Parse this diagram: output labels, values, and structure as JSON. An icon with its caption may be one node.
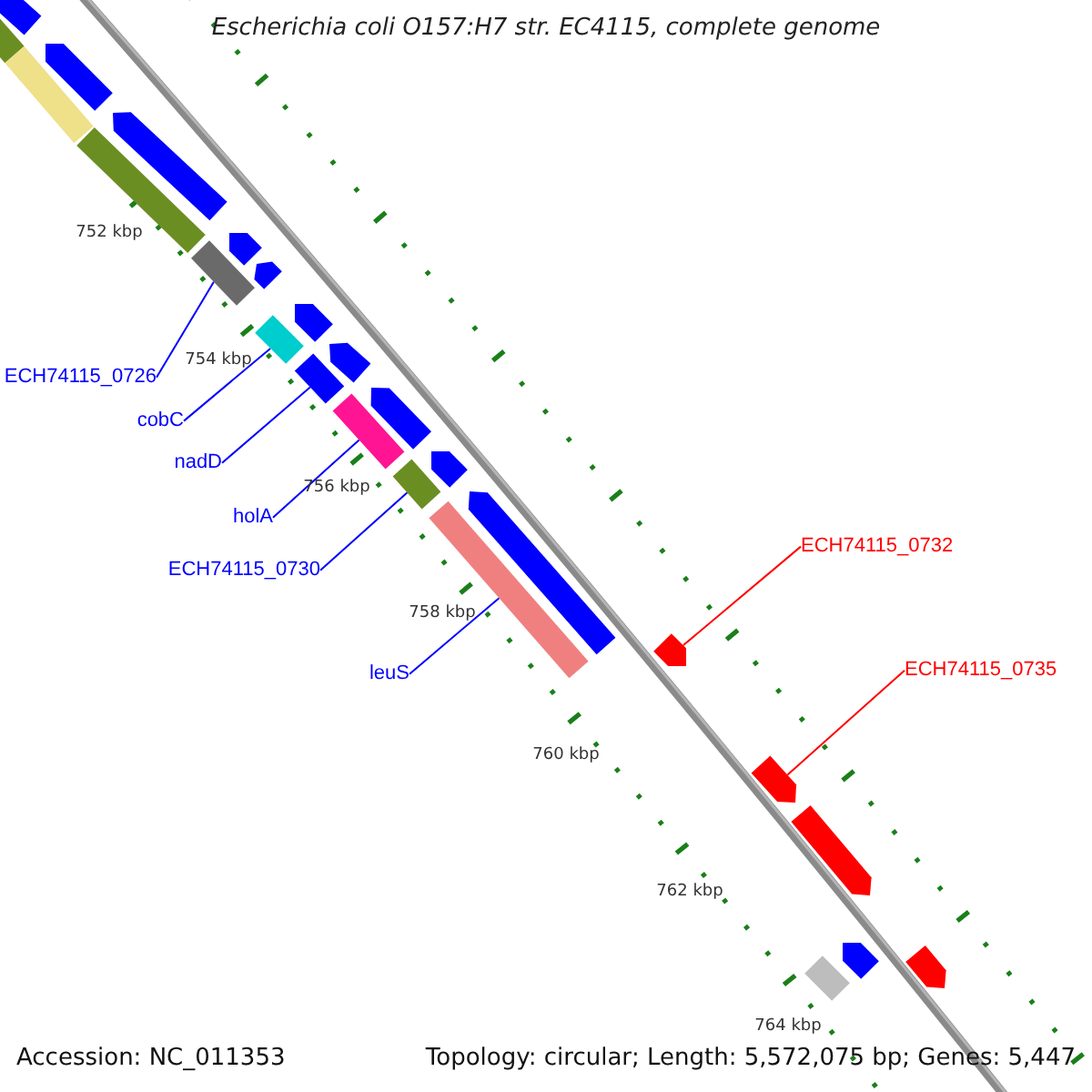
{
  "diagram": {
    "title": "Escherichia coli O157:H7 str. EC4115, complete genome",
    "nodes": [
      {
        "text": [
          "ECH74115_0726"
        ]
      },
      {
        "text": [
          "cobC"
        ]
      },
      {
        "text": [
          "nadD"
        ]
      },
      {
        "text": [
          "holA"
        ]
      },
      {
        "text": [
          "ECH74115_0730"
        ]
      },
      {
        "text": [
          "leuS"
        ]
      },
      {
        "text": [
          "ECH74115_0732"
        ]
      },
      {
        "text": [
          "ECH74115_0735"
        ]
      },
      {
        "text": [],
        "shape": "pentagon"
      },
      {
        "text": [],
        "shape": "bar"
      },
      {
        "text": [],
        "shape": "pentagon"
      },
      {
        "text": [],
        "shape": "bar"
      },
      {
        "text": [],
        "shape": "pentagon"
      },
      {
        "text": [],
        "shape": "bar"
      },
      {
        "text": [],
        "shape": "pentagon"
      },
      {
        "text": [],
        "shape": "bar"
      },
      {
        "text": [],
        "shape": "pentagon"
      },
      {
        "text": [],
        "shape": "pentagon"
      },
      {
        "text": [],
        "shape": "bar"
      },
      {
        "text": [],
        "shape": "pentagon"
      },
      {
        "text": [],
        "shape": "bar"
      },
      {
        "text": [],
        "shape": "pentagon"
      },
      {
        "text": [],
        "shape": "bar"
      },
      {
        "text": [],
        "shape": "pentagon"
      },
      {
        "text": [],
        "shape": "bar"
      },
      {
        "text": [],
        "shape": "pentagon"
      },
      {
        "text": [],
        "shape": "bar"
      },
      {
        "text": [],
        "shape": "pentagon"
      },
      {
        "text": [],
        "shape": "pentagon"
      },
      {
        "text": [],
        "shape": "pentagon"
      },
      {
        "text": [],
        "shape": "pentagon"
      },
      {
        "text": [],
        "shape": "pentagon"
      },
      {
        "text": [],
        "shape": "bar"
      }
    ],
    "edges": [
      {
        "from": 0,
        "to": 15,
        "arrow": "none"
      },
      {
        "from": 1,
        "to": 18,
        "arrow": "none"
      },
      {
        "from": 2,
        "to": 20,
        "arrow": "none"
      },
      {
        "from": 3,
        "to": 22,
        "arrow": "none"
      },
      {
        "from": 4,
        "to": 24,
        "arrow": "none"
      },
      {
        "from": 5,
        "to": 26,
        "arrow": "none"
      },
      {
        "from": 6,
        "to": 27,
        "arrow": "none",
        "color": "#ff0000"
      },
      {
        "from": 7,
        "to": 28,
        "arrow": "none",
        "color": "#ff0000"
      }
    ],
    "labels": [
      "752 kbp",
      "754 kbp",
      "756 kbp",
      "758 kbp",
      "760 kbp",
      "762 kbp",
      "764 kbp",
      "Accession: NC_011353",
      "Topology: circular; Length: 5,572,075 bp; Genes: 5,447"
    ]
  }
}
